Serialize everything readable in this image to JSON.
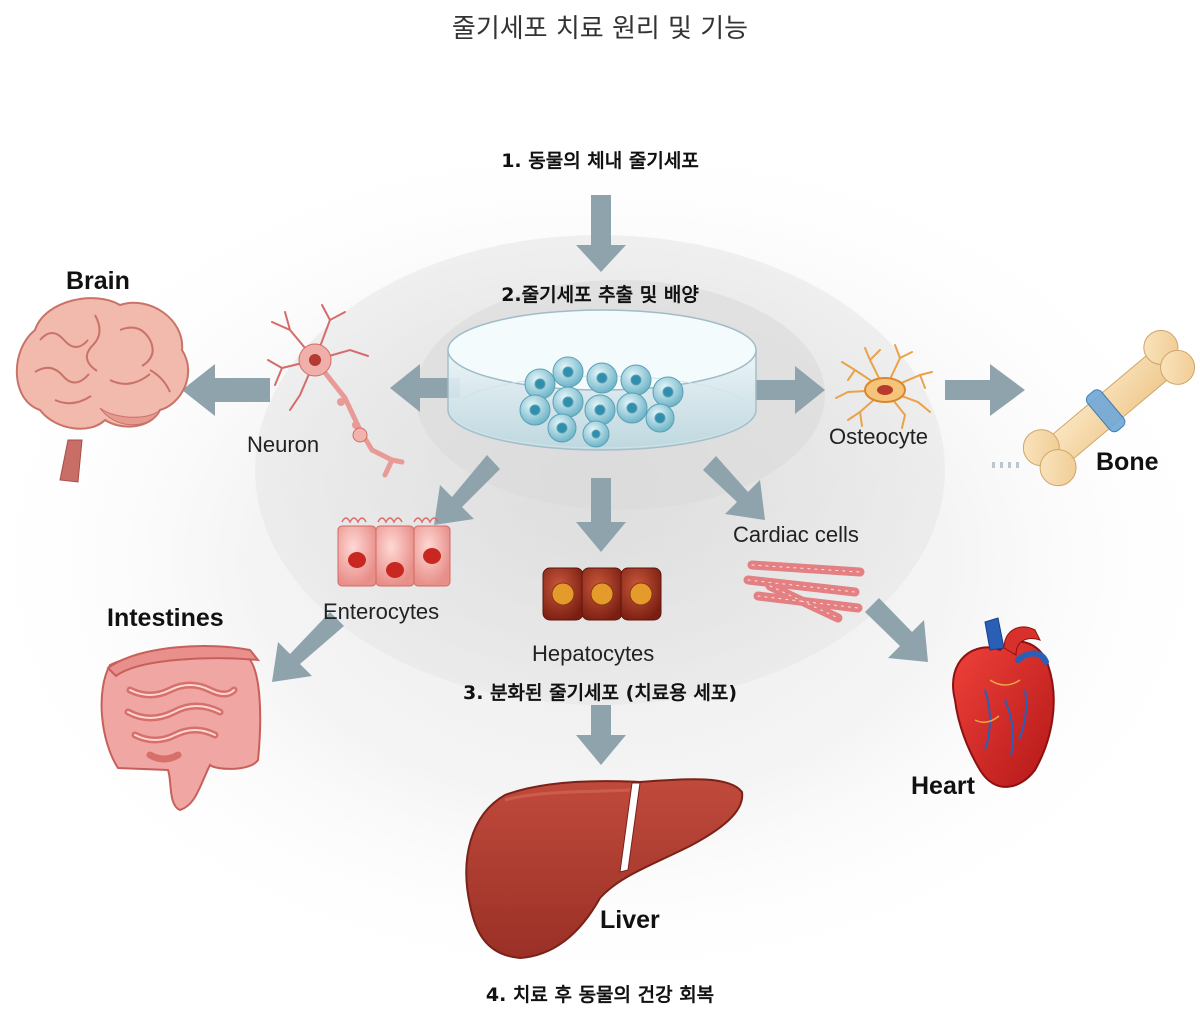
{
  "title": "줄기세포 치료 원리 및 기능",
  "steps": {
    "step1": "1. 동물의 체내 줄기세포",
    "step2": "2.줄기세포  추출 및 배양",
    "step3": "3. 분화된 줄기세포 (치료용 세포)",
    "step4": "4. 치료 후 동물의 건강 회복"
  },
  "organs": {
    "brain": "Brain",
    "bone": "Bone",
    "intestines": "Intestines",
    "heart": "Heart",
    "liver": "Liver"
  },
  "cells": {
    "neuron": "Neuron",
    "osteocyte": "Osteocyte",
    "enterocytes": "Enterocytes",
    "hepatocytes": "Hepatocytes",
    "cardiac": "Cardiac cells"
  },
  "colors": {
    "arrow": "#8fa3ad",
    "liver": "#a83a2e",
    "heart": "#d8302a",
    "brain": "#efb4a8",
    "intestine": "#ee9a96",
    "bone": "#f6d8a8",
    "dish_cell": "#7ec6d8"
  }
}
